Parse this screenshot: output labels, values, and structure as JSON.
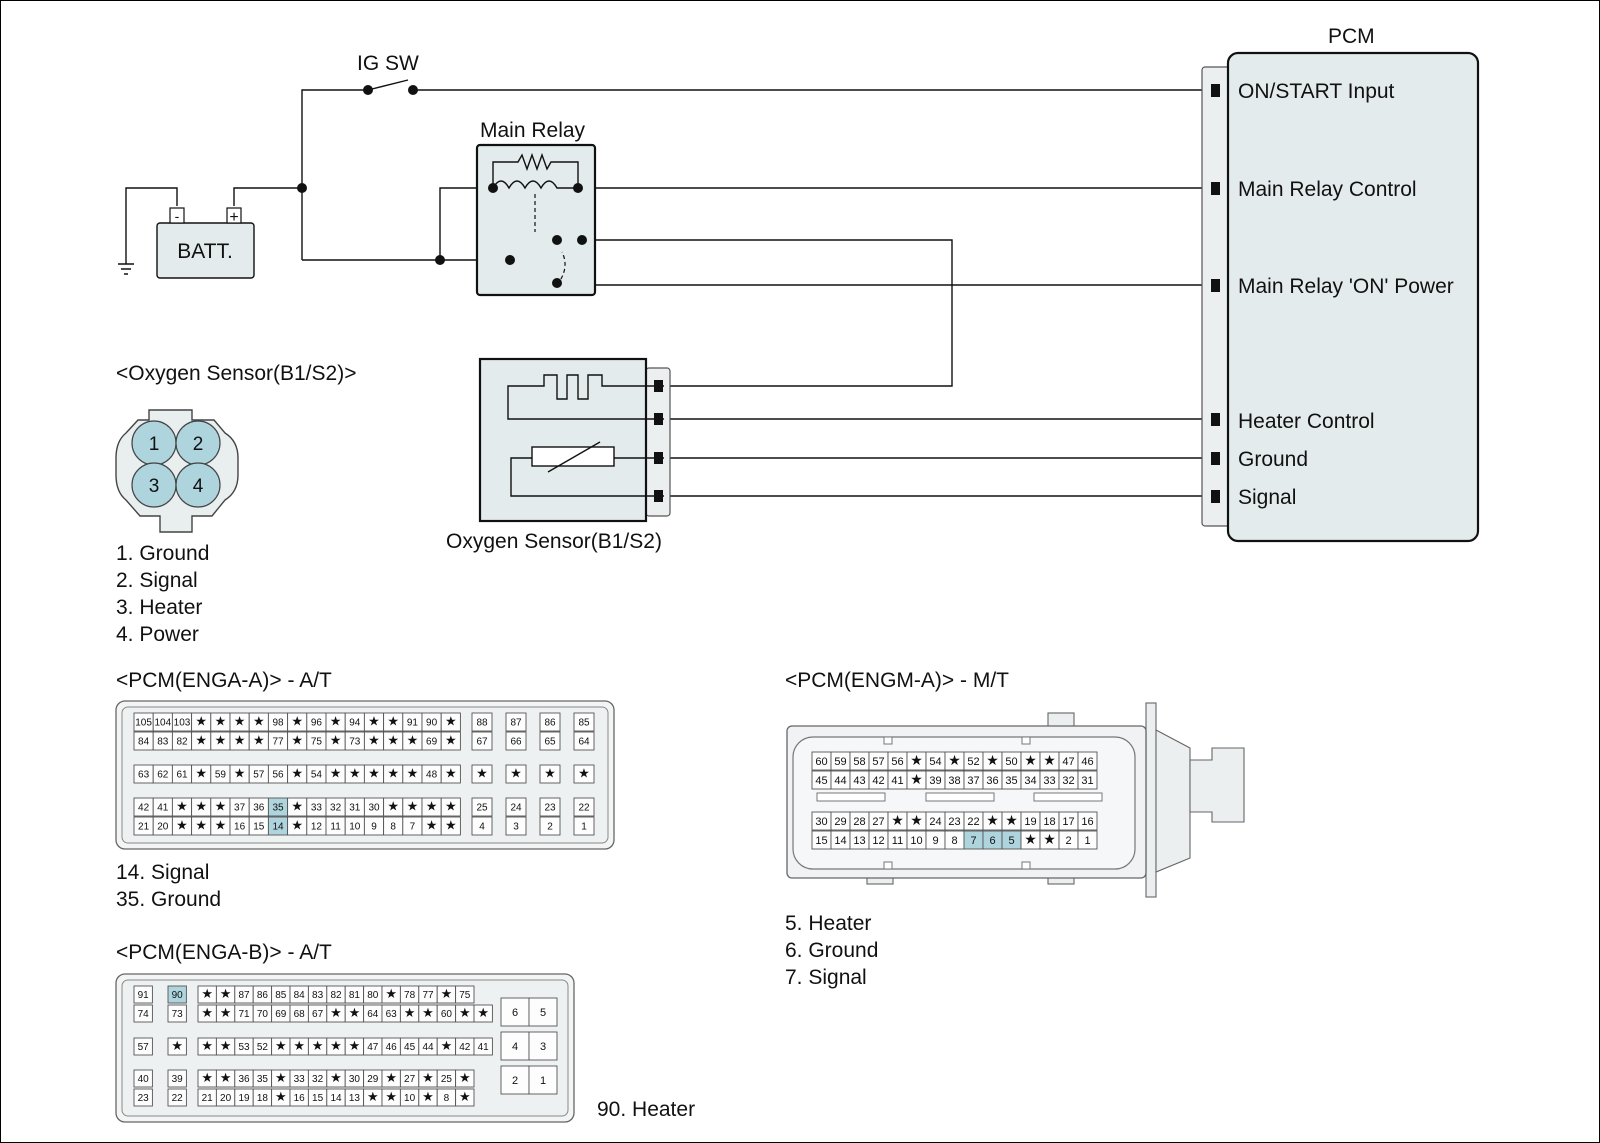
{
  "schematic": {
    "ig_sw": "IG SW",
    "main_relay": "Main Relay",
    "batt": "BATT.",
    "batt_neg": "-",
    "batt_pos": "+",
    "pcm": "PCM",
    "pcm_pins": [
      "ON/START Input",
      "Main Relay Control",
      "Main Relay 'ON' Power",
      "Heater Control",
      "Ground",
      "Signal"
    ],
    "sensor_label": "Oxygen Sensor(B1/S2)"
  },
  "o2_connector": {
    "title": "<Oxygen Sensor(B1/S2)>",
    "pin_numbers": [
      "1",
      "2",
      "3",
      "4"
    ],
    "pins": [
      "1. Ground",
      "2. Signal",
      "3. Heater",
      "4. Power"
    ]
  },
  "enga_a": {
    "title": "<PCM(ENGA-A)> - A/T",
    "notes": [
      "14. Signal",
      "35. Ground"
    ]
  },
  "enga_b": {
    "title": "<PCM(ENGA-B)> - A/T",
    "notes": [
      "90. Heater"
    ]
  },
  "engm_a": {
    "title": "<PCM(ENGM-A)> - M/T",
    "notes": [
      "5. Heater",
      "6. Ground",
      "7. Signal"
    ]
  },
  "connector_grids": {
    "enga_a": [
      [
        "105",
        "104",
        "103",
        "*",
        "*",
        "*",
        "*",
        "98",
        "*",
        "96",
        "*",
        "94",
        "*",
        "*",
        "91",
        "90",
        "*",
        "|",
        "88",
        "87",
        "86",
        "85"
      ],
      [
        "84",
        "83",
        "82",
        "*",
        "*",
        "*",
        "*",
        "77",
        "*",
        "75",
        "*",
        "73",
        "*",
        "*",
        "*",
        "69",
        "*",
        "|",
        "67",
        "66",
        "65",
        "64"
      ],
      [
        "63",
        "62",
        "61",
        "*",
        "59",
        "*",
        "57",
        "56",
        "*",
        "54",
        "*",
        "*",
        "*",
        "*",
        "*",
        "48",
        "*",
        "|",
        "*",
        "*",
        "*",
        "*"
      ],
      [
        "42",
        "41",
        "*",
        "*",
        "*",
        "37",
        "36",
        "35",
        "*",
        "33",
        "32",
        "31",
        "30",
        "*",
        "*",
        "*",
        "*",
        "|",
        "25",
        "24",
        "23",
        "22"
      ],
      [
        "21",
        "20",
        "*",
        "*",
        "*",
        "16",
        "15",
        "14",
        "*",
        "12",
        "11",
        "10",
        "9",
        "8",
        "7",
        "*",
        "*",
        "|",
        "4",
        "3",
        "2",
        "1"
      ]
    ],
    "enga_b_main": [
      [
        "91",
        "90",
        "*",
        "*",
        "87",
        "86",
        "85",
        "84",
        "83",
        "82",
        "81",
        "80",
        "*",
        "78",
        "77",
        "*",
        "75"
      ],
      [
        "74",
        "73",
        "*",
        "*",
        "71",
        "70",
        "69",
        "68",
        "67",
        "*",
        "*",
        "64",
        "63",
        "*",
        "*",
        "60",
        "*",
        "*"
      ],
      [
        "57",
        "*",
        "*",
        "*",
        "53",
        "52",
        "*",
        "*",
        "*",
        "*",
        "*",
        "47",
        "46",
        "45",
        "44",
        "*",
        "42",
        "41"
      ],
      [
        "40",
        "39",
        "*",
        "*",
        "36",
        "35",
        "*",
        "33",
        "32",
        "*",
        "30",
        "29",
        "*",
        "27",
        "*",
        "25",
        "*"
      ],
      [
        "23",
        "22",
        "21",
        "20",
        "19",
        "18",
        "*",
        "16",
        "15",
        "14",
        "13",
        "*",
        "*",
        "10",
        "*",
        "8",
        "*"
      ]
    ],
    "enga_b_side": [
      "6",
      "5",
      "4",
      "3",
      "2",
      "1"
    ],
    "engm_a": [
      [
        "60",
        "59",
        "58",
        "57",
        "56",
        "*",
        "54",
        "*",
        "52",
        "*",
        "50",
        "*",
        "*",
        "47",
        "46"
      ],
      [
        "45",
        "44",
        "43",
        "42",
        "41",
        "*",
        "39",
        "38",
        "37",
        "36",
        "35",
        "34",
        "33",
        "32",
        "31"
      ],
      [
        "30",
        "29",
        "28",
        "27",
        "*",
        "*",
        "24",
        "23",
        "22",
        "*",
        "*",
        "19",
        "18",
        "17",
        "16"
      ],
      [
        "15",
        "14",
        "13",
        "12",
        "11",
        "10",
        "9",
        "8",
        "7",
        "6",
        "5",
        "*",
        "*",
        "2",
        "1"
      ]
    ],
    "highlighted": {
      "enga_a": [
        "35",
        "14"
      ],
      "enga_b": [
        "90"
      ],
      "engm_a": [
        "7",
        "6",
        "5"
      ]
    }
  },
  "colors": {
    "pin_highlight": "#aed4dd",
    "box_fill": "#e4ebec",
    "line": "#111111"
  }
}
